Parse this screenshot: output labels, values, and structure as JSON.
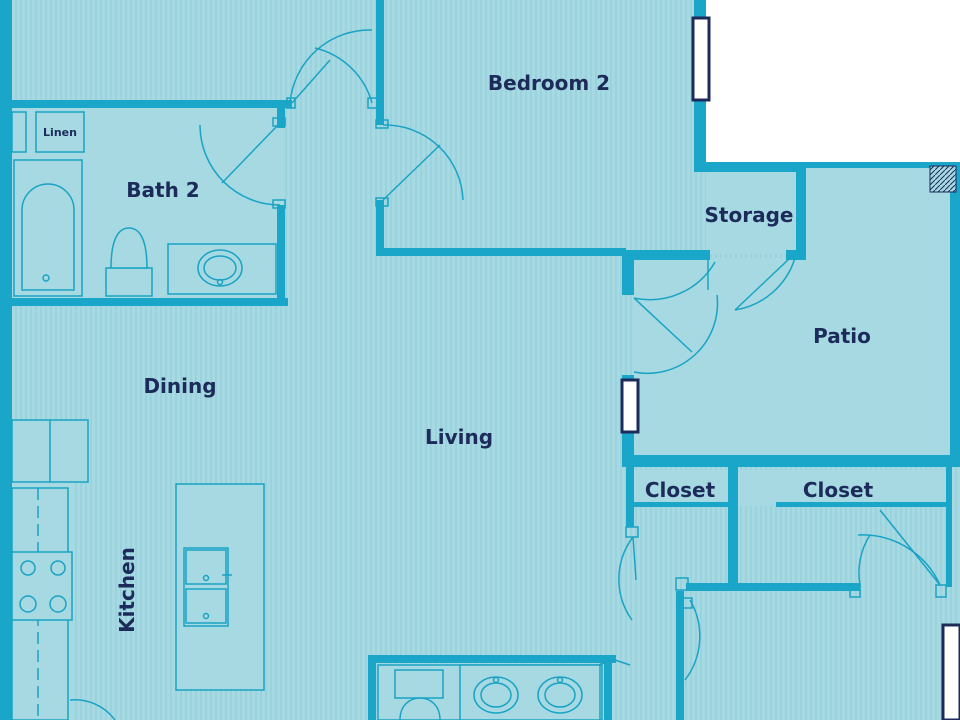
{
  "rooms": {
    "bedroom2": "Bedroom 2",
    "linen": "Linen",
    "bath2": "Bath 2",
    "storage": "Storage",
    "patio": "Patio",
    "dining": "Dining",
    "living": "Living",
    "closet_left": "Closet",
    "closet_right": "Closet",
    "kitchen": "Kitchen"
  },
  "colors": {
    "floor": "#a6d9e2",
    "floor_stripe": "#8fcbd8",
    "wall": "#19a6c9",
    "text": "#1c2b5a",
    "window_outline": "#1c2b5a",
    "exterior": "#ffffff"
  }
}
